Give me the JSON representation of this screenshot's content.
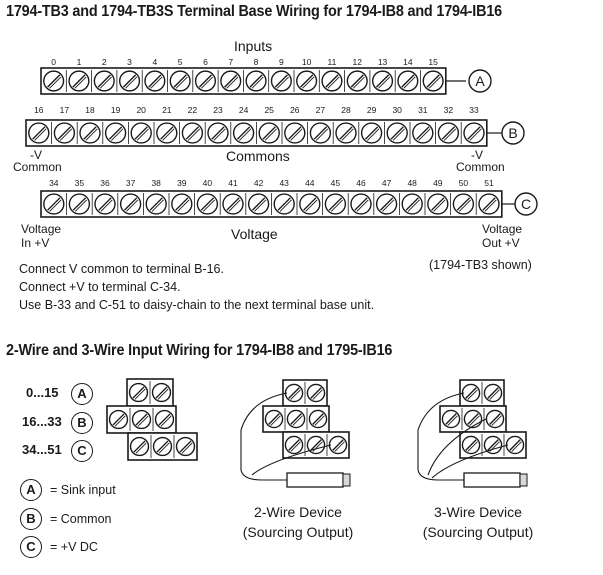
{
  "title1": "1794-TB3 and 1794-TB3S Terminal Base Wiring for 1794-IB8 and 1794-IB16",
  "title2": "2-Wire and 3-Wire Input Wiring for 1794-IB8 and 1795-IB16",
  "rowA": {
    "heading": "Inputs",
    "letter": "A",
    "numbers": [
      "0",
      "1",
      "2",
      "3",
      "4",
      "5",
      "6",
      "7",
      "8",
      "9",
      "10",
      "11",
      "12",
      "13",
      "14",
      "15"
    ]
  },
  "rowB": {
    "heading": "Commons",
    "letter": "B",
    "left_label_1": "-V",
    "left_label_2": "Common",
    "right_label_1": "-V",
    "right_label_2": "Common",
    "numbers": [
      "16",
      "17",
      "18",
      "19",
      "20",
      "21",
      "22",
      "23",
      "24",
      "25",
      "26",
      "27",
      "28",
      "29",
      "30",
      "31",
      "32",
      "33"
    ]
  },
  "rowC": {
    "heading": "Voltage",
    "letter": "C",
    "left_label_1": "Voltage",
    "left_label_2": "In +V",
    "right_label_1": "Voltage",
    "right_label_2": "Out +V",
    "numbers": [
      "34",
      "35",
      "36",
      "37",
      "38",
      "39",
      "40",
      "41",
      "42",
      "43",
      "44",
      "45",
      "46",
      "47",
      "48",
      "49",
      "50",
      "51"
    ]
  },
  "notes": [
    "Connect V common to terminal B-16.",
    "Connect +V  to terminal C-34.",
    "Use B-33 and C-51 to daisy-chain to the next terminal base unit."
  ],
  "shown_note": "(1794-TB3 shown)",
  "ranges": [
    {
      "range": "0...15",
      "letter": "A"
    },
    {
      "range": "16...33",
      "letter": "B"
    },
    {
      "range": "34...51",
      "letter": "C"
    }
  ],
  "legend": [
    {
      "letter": "A",
      "text": "= Sink input"
    },
    {
      "letter": "B",
      "text": "= Common"
    },
    {
      "letter": "C",
      "text": "= +V DC"
    }
  ],
  "device2": {
    "line1": "2-Wire Device",
    "line2": "(Sourcing Output)"
  },
  "device3": {
    "line1": "3-Wire Device",
    "line2": "(Sourcing Output)"
  }
}
